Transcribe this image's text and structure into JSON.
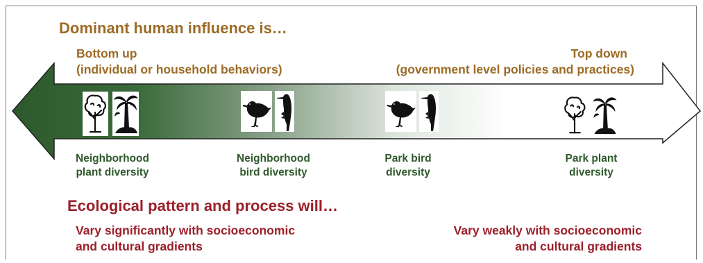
{
  "header": {
    "title": "Dominant human influence is…",
    "left_line1": "Bottom up",
    "left_line2": "(individual or household behaviors)",
    "right_line1": "Top down",
    "right_line2": "(government level policies and practices)"
  },
  "colors": {
    "gold": "#9c6b25",
    "red": "#9b1f2a",
    "green": "#2f5a2c",
    "arrow_dark": "#2d5a2c"
  },
  "icons": [
    {
      "name": "tree-icon"
    },
    {
      "name": "palm-tree-icon"
    },
    {
      "name": "bird-icon"
    },
    {
      "name": "woodpecker-icon"
    },
    {
      "name": "bird-icon"
    },
    {
      "name": "woodpecker-icon"
    },
    {
      "name": "tree-icon"
    },
    {
      "name": "palm-tree-icon"
    }
  ],
  "labels": {
    "nbhd_plant": {
      "line1": "Neighborhood",
      "line2": "plant diversity"
    },
    "nbhd_bird": {
      "line1": "Neighborhood",
      "line2": "bird diversity"
    },
    "park_bird": {
      "line1": "Park bird",
      "line2": "diversity"
    },
    "park_plant": {
      "line1": "Park plant",
      "line2": "diversity"
    }
  },
  "footer": {
    "title": "Ecological pattern and process will…",
    "left_line1": "Vary significantly with socioeconomic",
    "left_line2": "and cultural gradients",
    "right_line1": "Vary weakly with  socioeconomic",
    "right_line2": "and cultural gradients"
  }
}
